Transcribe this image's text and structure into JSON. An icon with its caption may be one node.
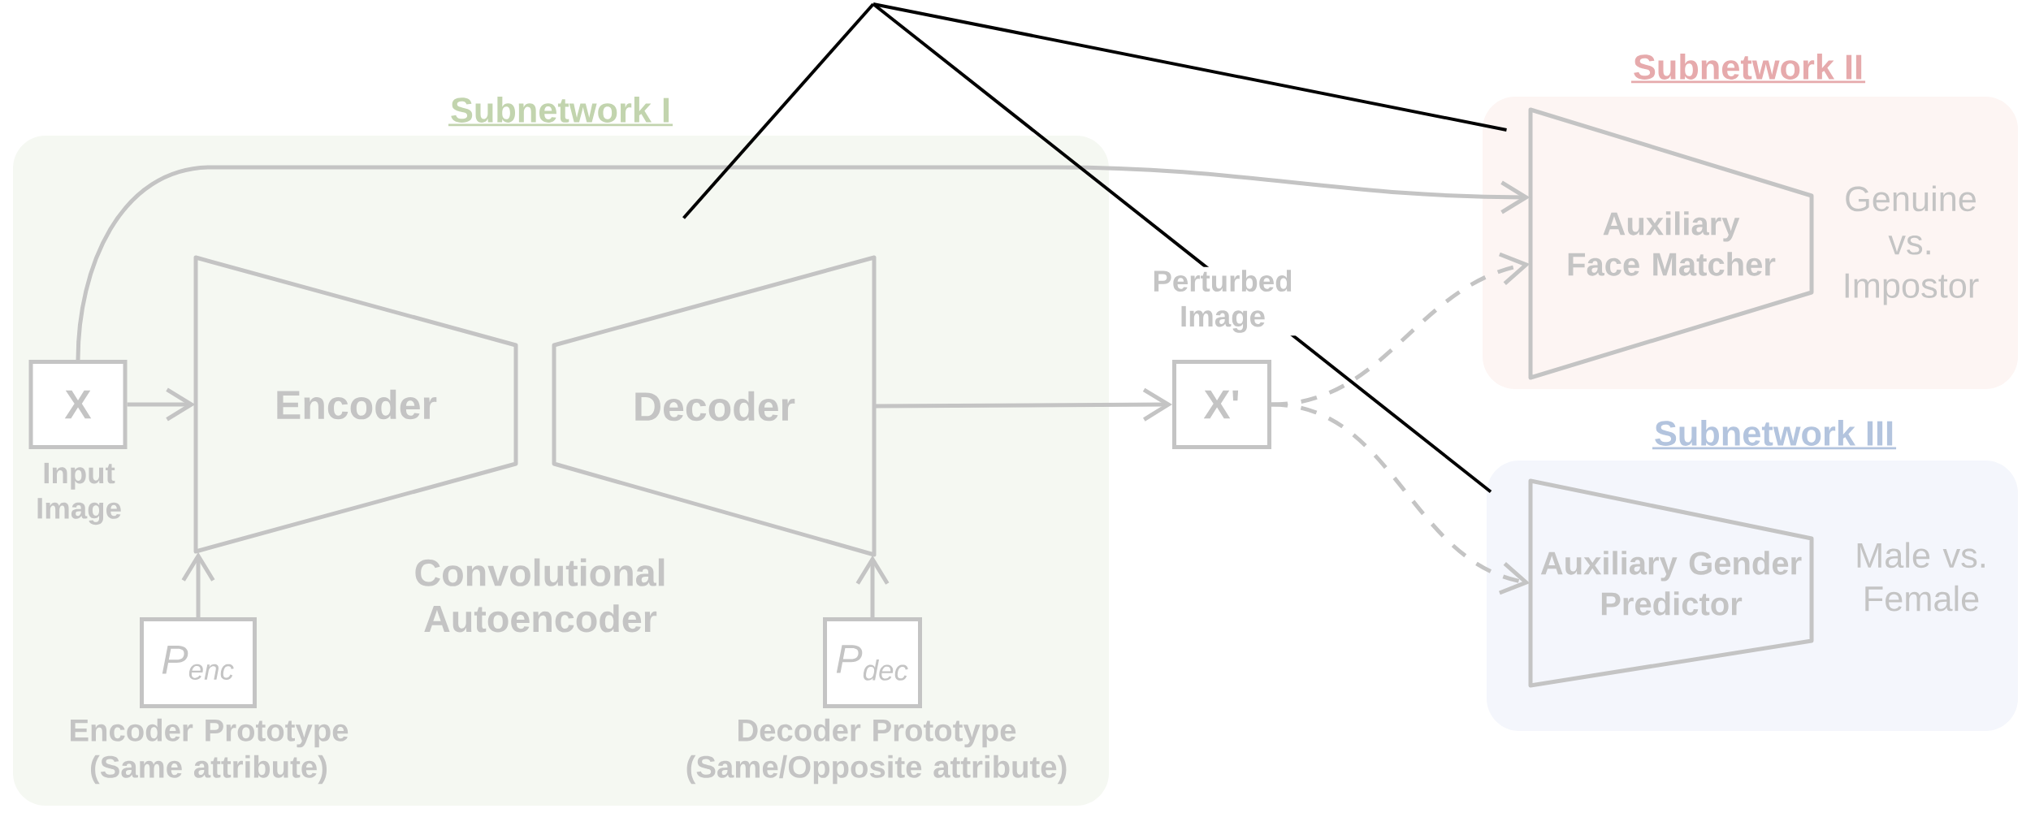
{
  "diagram": {
    "nodes": [
      {
        "text": [
          "Subnetwork I"
        ]
      },
      {
        "text": [
          "X"
        ],
        "beside": [
          "Input Image"
        ],
        "in": 0
      },
      {
        "text": [
          "Encoder"
        ],
        "in": 0
      },
      {
        "text": [
          "Decoder"
        ],
        "in": 0
      },
      {
        "text": [
          "P$_{enc}$"
        ],
        "beside": [
          "Encoder Prototype (Same attribute)"
        ],
        "in": 0
      },
      {
        "text": [
          "P$_{dec}$"
        ],
        "beside": [
          "Decoder Prototype (Same/Opposite attribute)"
        ],
        "in": 0
      },
      {
        "text": [
          "X'"
        ],
        "beside": [
          "Perturbed Image"
        ]
      },
      {
        "text": [
          "Subnetwork II"
        ]
      },
      {
        "text": [
          "Auxiliary Face Matcher"
        ],
        "beside": [
          "Genuine vs. Impostor"
        ],
        "in": 7
      },
      {
        "text": [
          "Subnetwork III"
        ]
      },
      {
        "text": [
          "Auxiliary Gender Predictor"
        ],
        "beside": [
          "Male vs. Female"
        ],
        "in": 9
      }
    ],
    "edges": [
      {
        "from": 1,
        "to": 2,
        "arrow": "to"
      },
      {
        "from": 1,
        "to": 8,
        "arrow": "to"
      },
      {
        "from": 4,
        "to": 2,
        "arrow": "to"
      },
      {
        "from": 5,
        "to": 3,
        "arrow": "to"
      },
      {
        "from": 3,
        "to": 6,
        "arrow": "to"
      },
      {
        "from": 6,
        "to": 8,
        "arrow": "to",
        "style": "dashed"
      },
      {
        "from": 6,
        "to": 10,
        "arrow": "to",
        "style": "dashed"
      },
      {
        "from": null,
        "to": 0,
        "arrow": "none",
        "color": "#000000"
      },
      {
        "from": null,
        "to": 7,
        "arrow": "none",
        "color": "#000000"
      },
      {
        "from": null,
        "to": 9,
        "arrow": "none",
        "color": "#000000"
      }
    ],
    "labels": [
      "Convolutional Autoencoder"
    ]
  }
}
